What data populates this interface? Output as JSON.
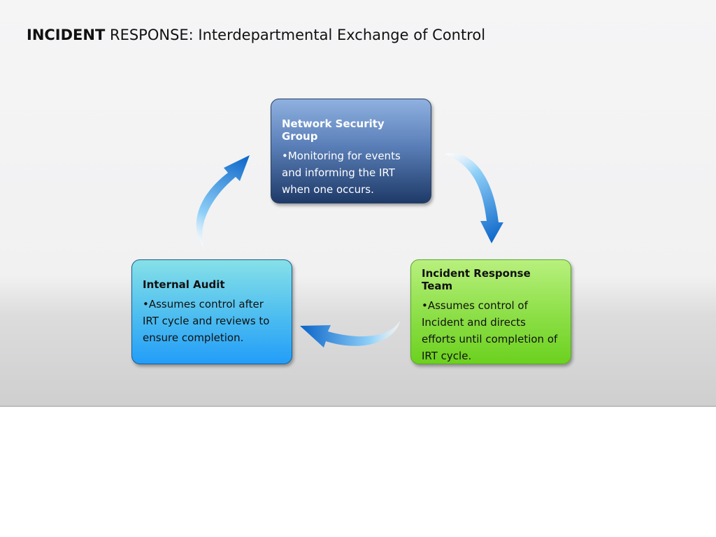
{
  "title": {
    "bold": "INCIDENT",
    "rest": " RESPONSE: Interdepartmental Exchange of Control"
  },
  "diagram": {
    "nodes": [
      {
        "id": "nsg",
        "heading": "Network Security Group",
        "text": "•Monitoring for events and informing the IRT when one occurs."
      },
      {
        "id": "irt",
        "heading": "Incident Response Team",
        "text": "•Assumes control of Incident and directs efforts until completion of IRT cycle."
      },
      {
        "id": "ia",
        "heading": "Internal Audit",
        "text": "•Assumes control after IRT cycle and reviews to ensure completion."
      }
    ],
    "edges": [
      {
        "from": "nsg",
        "to": "irt"
      },
      {
        "from": "irt",
        "to": "ia"
      },
      {
        "from": "ia",
        "to": "nsg"
      }
    ],
    "colors": {
      "nsg": "#5a7fb8",
      "irt": "#8fe04a",
      "ia": "#4cbdf0",
      "arrow": "#1a7ad0"
    }
  }
}
